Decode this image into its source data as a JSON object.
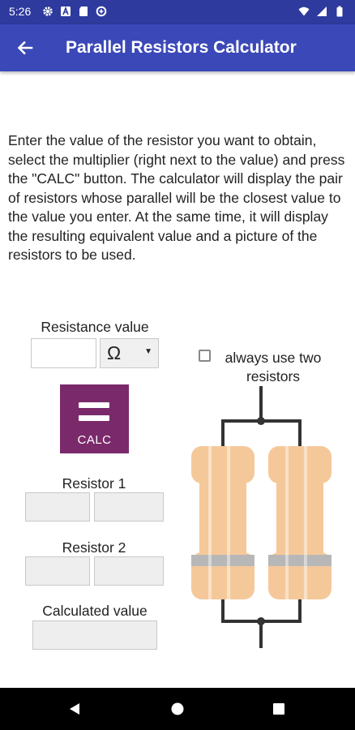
{
  "status_bar": {
    "time": "5:26",
    "left_icons": [
      "gear-icon",
      "a-badge-icon",
      "sd-card-icon",
      "data-saver-icon"
    ],
    "right_icons": [
      "wifi-icon",
      "signal-icon",
      "battery-icon"
    ]
  },
  "app_bar": {
    "title": "Parallel Resistors Calculator",
    "back_icon": "arrow-back-icon"
  },
  "instructions": "Enter the value of the resistor you want to obtain, select the multiplier (right next to the value) and press the \"CALC\" button. The calculator will display the pair of resistors whose parallel will be the closest value to the value you enter. At the same time, it will display the resulting equivalent value and a picture of the resistors to be used.",
  "form": {
    "resistance_label": "Resistance value",
    "resistance_value": "",
    "multiplier_selected": "Ω",
    "calc_label": "CALC",
    "checkbox_label": "always use two resistors",
    "checkbox_checked": false,
    "resistor1_label": "Resistor 1",
    "resistor2_label": "Resistor 2",
    "calculated_label": "Calculated value"
  },
  "colors": {
    "status_bar": "#2e3a9e",
    "app_bar": "#3b48b8",
    "calc_button": "#7a2a6b",
    "resistor_body": "#f5c89a"
  },
  "nav_bar": {
    "icons": [
      "back-triangle-icon",
      "home-circle-icon",
      "recents-square-icon"
    ]
  }
}
